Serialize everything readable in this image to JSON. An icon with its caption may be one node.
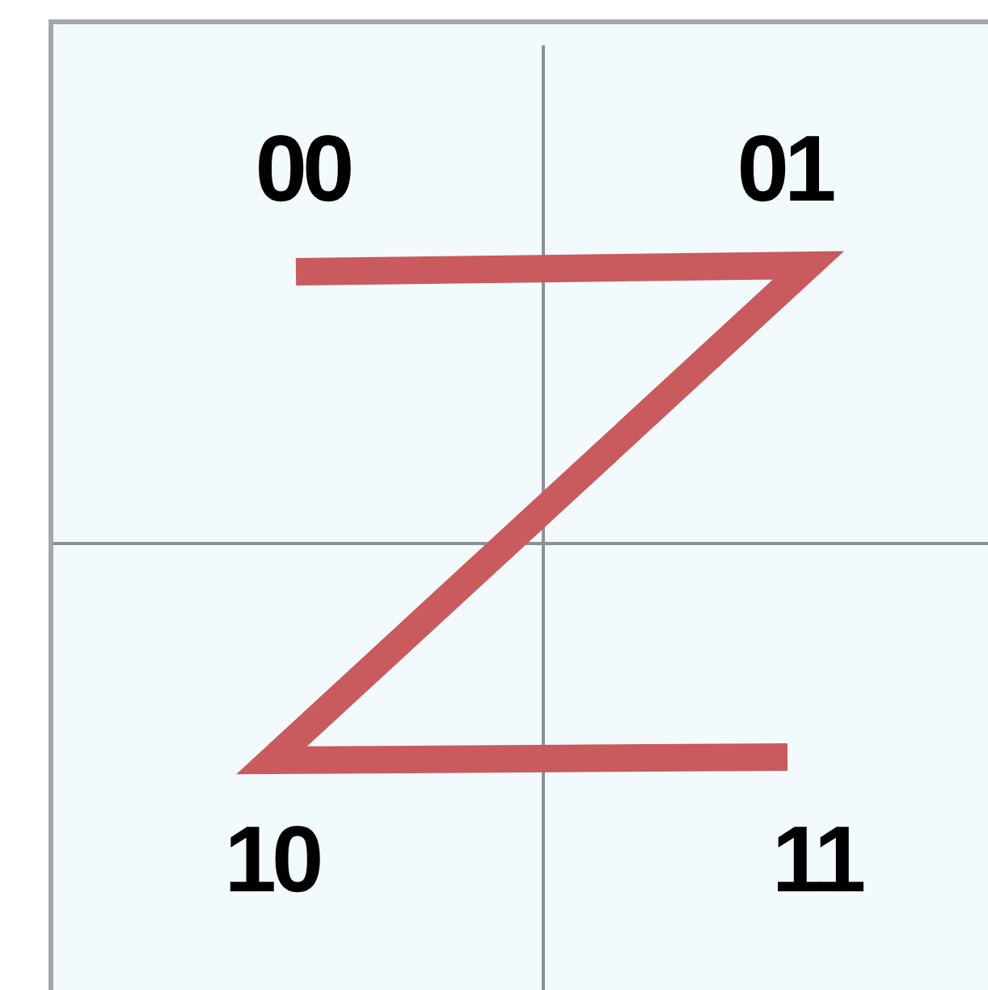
{
  "diagram": {
    "labels": [
      "00",
      "01",
      "10",
      "11"
    ]
  }
}
